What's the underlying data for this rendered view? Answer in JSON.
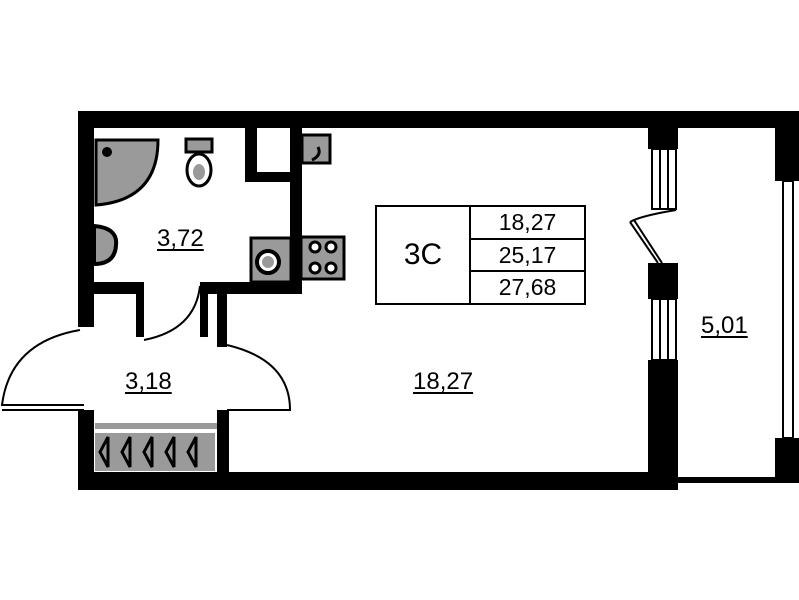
{
  "plan": {
    "apartment_type": "3C",
    "areas_summary": [
      "18,27",
      "25,17",
      "27,68"
    ],
    "rooms": {
      "bathroom": {
        "area": "3,72"
      },
      "hallway": {
        "area": "3,18"
      },
      "living_room": {
        "area": "18,27"
      },
      "balcony": {
        "area": "5,01"
      }
    },
    "fixtures": [
      "shower-icon",
      "toilet-icon",
      "sink-icon",
      "washer-icon",
      "kitchen-sink-icon",
      "stove-icon",
      "wardrobe-icon"
    ]
  },
  "colors": {
    "wall": "#000000",
    "fixture_fill": "#9a9a9a",
    "background": "#ffffff"
  }
}
